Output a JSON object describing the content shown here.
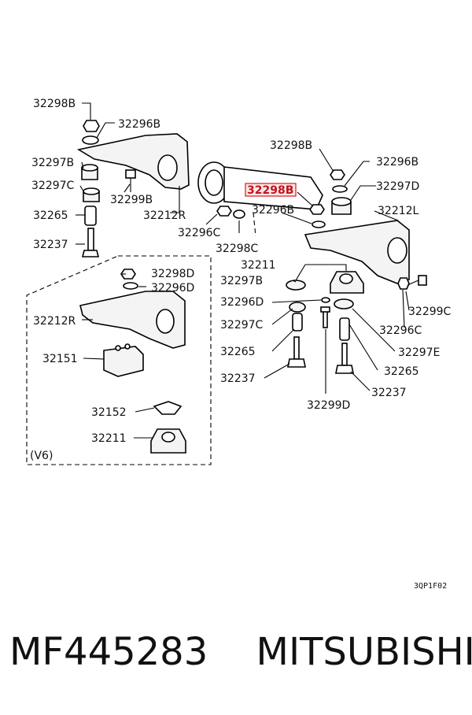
{
  "callouts": {
    "l_32298B_top": "32298B",
    "l_32296B_top": "32296B",
    "l_32297B_left": "32297B",
    "l_32297C_left": "32297C",
    "l_32299B_left": "32299B",
    "l_32212R_top": "32212R",
    "l_32265_left": "32265",
    "l_32237_left": "32237",
    "l_32298D_v6": "32298D",
    "l_32296D_v6": "32296D",
    "l_32212R_v6": "32212R",
    "l_32151": "32151",
    "l_32152": "32152",
    "l_32211_v6": "32211",
    "l_v6": "(V6)",
    "l_32296C_mid": "32296C",
    "l_32298C": "32298C",
    "l_32298B_hl": "32298B",
    "l_32296B_mid": "32296B",
    "l_32298B_right": "32298B",
    "l_32296B_right": "32296B",
    "l_32297D": "32297D",
    "l_32212L": "32212L",
    "l_32211_right": "32211",
    "l_32297B_right": "32297B",
    "l_32296D_right": "32296D",
    "l_32297C_right": "32297C",
    "l_32265_right_a": "32265",
    "l_32237_right_a": "32237",
    "l_32299D": "32299D",
    "l_32299C": "32299C",
    "l_32296C_right": "32296C",
    "l_32297E": "32297E",
    "l_32265_right_b": "32265",
    "l_32237_right_b": "32237"
  },
  "figure_code": "3QP1F02",
  "footer": {
    "part_number": "MF445283",
    "brand": "MITSUBISHI"
  },
  "highlight_color": "#d71920"
}
